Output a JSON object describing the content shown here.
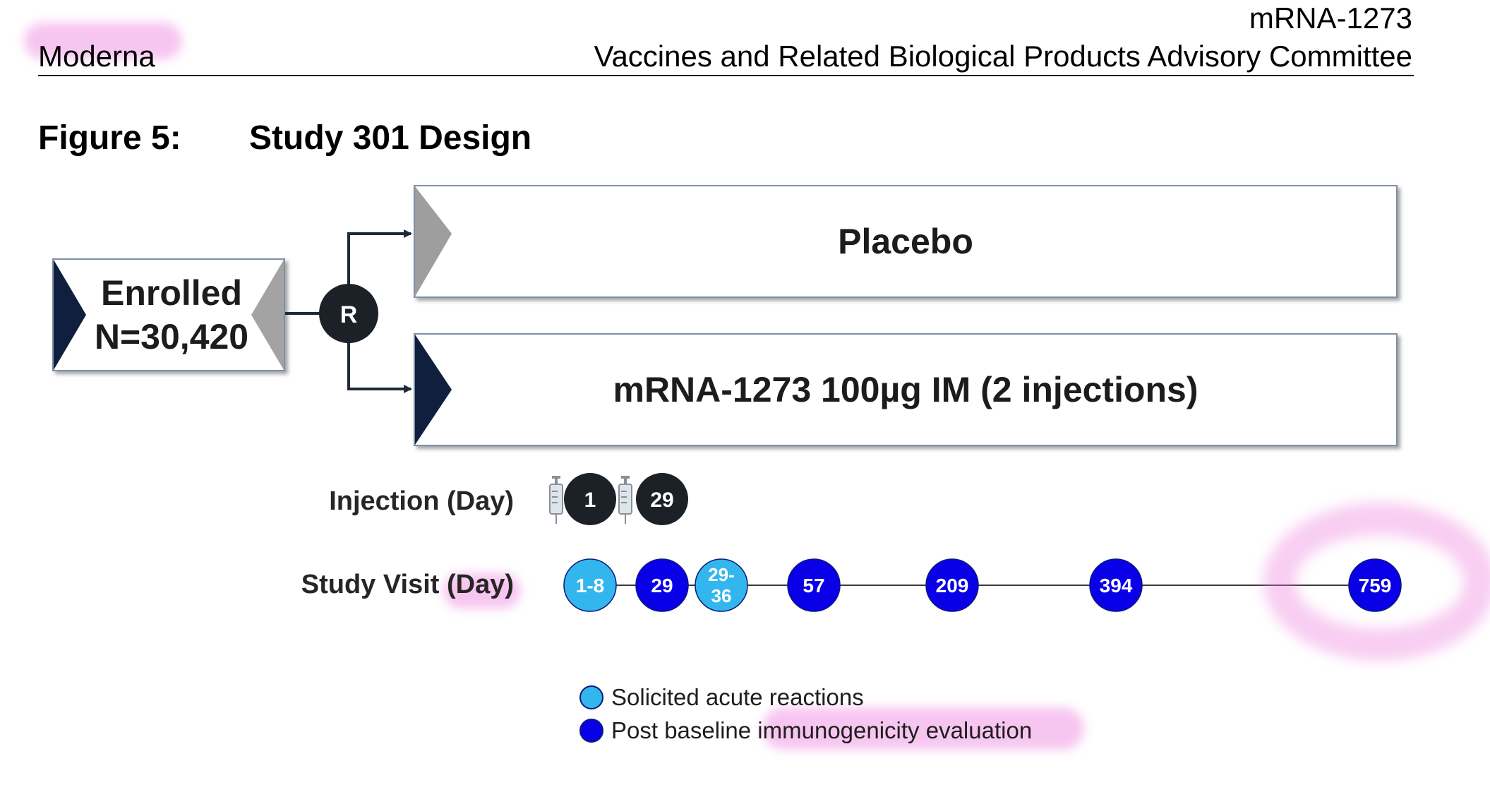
{
  "header": {
    "left": "Moderna",
    "right_line1": "mRNA-1273",
    "right_line2": "Vaccines and Related Biological Products Advisory Committee"
  },
  "figure": {
    "number": "Figure 5:",
    "title": "Study 301 Design"
  },
  "diagram": {
    "enrolled": {
      "line1": "Enrolled",
      "line2": "N=30,420"
    },
    "randomization_label": "R",
    "arms": [
      {
        "label": "Placebo",
        "marker_color": "#9e9e9e"
      },
      {
        "label": "mRNA-1273 100µg IM (2 injections)",
        "marker_color": "#0f1f3d"
      }
    ],
    "injection": {
      "label": "Injection (Day)",
      "days": [
        "1",
        "29"
      ]
    },
    "study_visit": {
      "label": "Study Visit (Day)",
      "visits": [
        {
          "day": "1-8",
          "type": "solicited"
        },
        {
          "day": "29",
          "type": "immunogenicity"
        },
        {
          "day": "29-36",
          "type": "solicited"
        },
        {
          "day": "57",
          "type": "immunogenicity"
        },
        {
          "day": "209",
          "type": "immunogenicity"
        },
        {
          "day": "394",
          "type": "immunogenicity"
        },
        {
          "day": "759",
          "type": "immunogenicity"
        }
      ]
    },
    "legend": [
      {
        "label": "Solicited acute reactions",
        "color": "#33b6ee"
      },
      {
        "label": "Post baseline immunogenicity evaluation",
        "color": "#0a00e8"
      }
    ]
  },
  "colors": {
    "navy": "#0f1f3d",
    "dark_circle": "#1c2128",
    "solicited": "#33b6ee",
    "immunogenicity": "#0a00e8",
    "highlighter": "#ec78dc"
  }
}
